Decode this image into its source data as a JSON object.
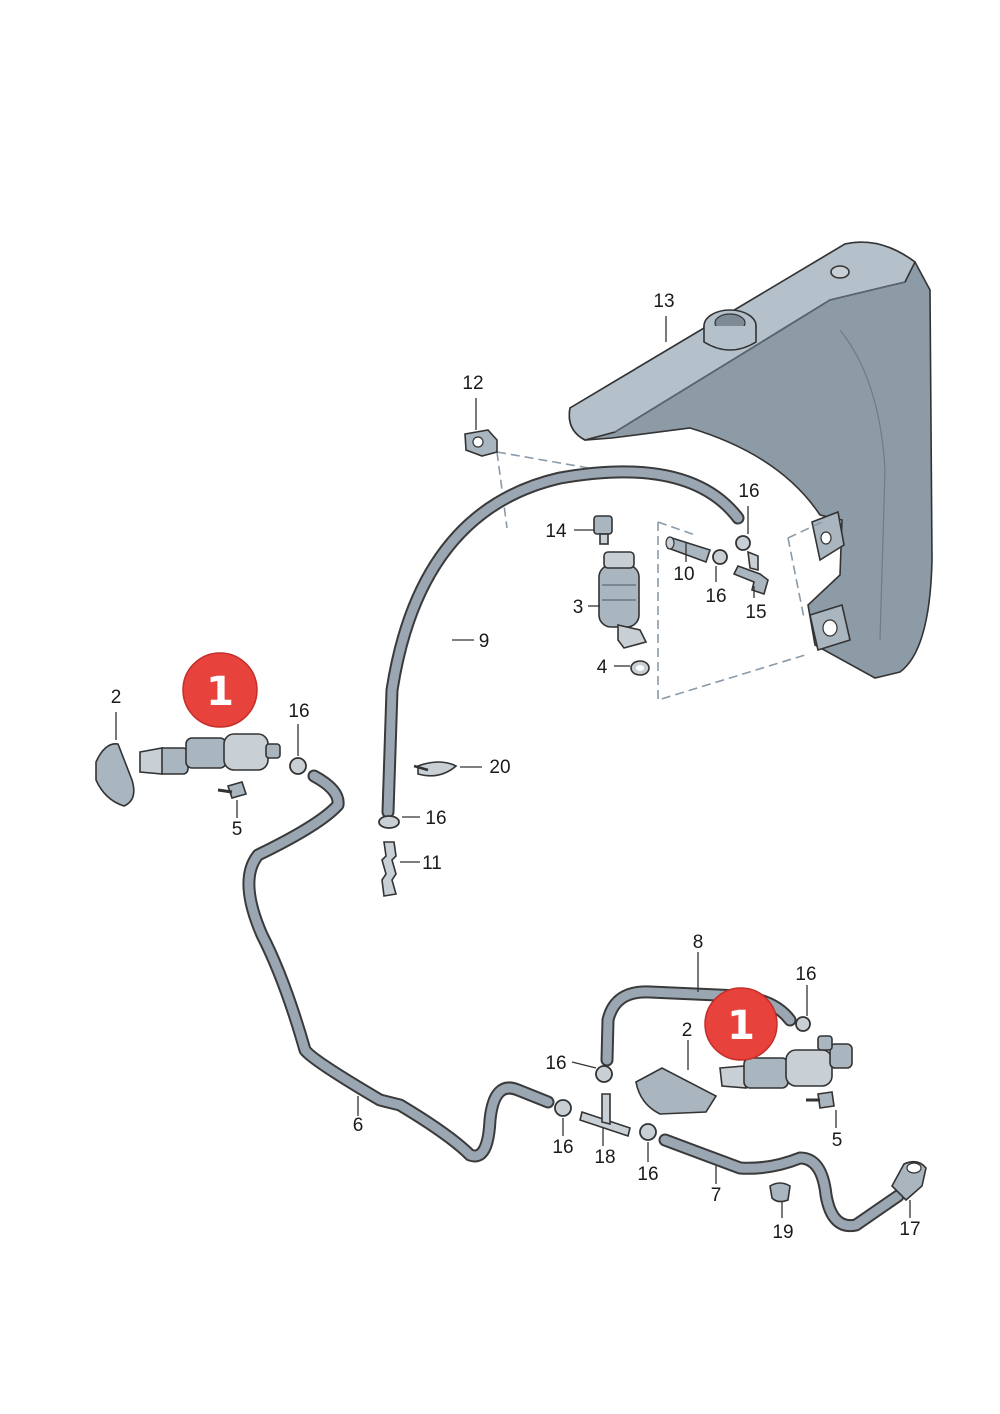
{
  "colors": {
    "badge": "#e8423d",
    "tank_fill": "#8d9ba7",
    "tank_top": "#b4c0ca",
    "part_fill": "#a9b5bf",
    "hose_fill": "#9aa7b2",
    "metal": "#c8d0d6"
  },
  "badges": [
    {
      "id": "badge-left",
      "text": "1"
    },
    {
      "id": "badge-right",
      "text": "1"
    }
  ],
  "labels": [
    {
      "id": "lbl-13",
      "text": "13"
    },
    {
      "id": "lbl-12",
      "text": "12"
    },
    {
      "id": "lbl-16-a",
      "text": "16"
    },
    {
      "id": "lbl-14",
      "text": "14"
    },
    {
      "id": "lbl-10",
      "text": "10"
    },
    {
      "id": "lbl-16-b",
      "text": "16"
    },
    {
      "id": "lbl-15",
      "text": "15"
    },
    {
      "id": "lbl-3",
      "text": "3"
    },
    {
      "id": "lbl-9",
      "text": "9"
    },
    {
      "id": "lbl-4",
      "text": "4"
    },
    {
      "id": "lbl-2-a",
      "text": "2"
    },
    {
      "id": "lbl-16-c",
      "text": "16"
    },
    {
      "id": "lbl-20",
      "text": "20"
    },
    {
      "id": "lbl-5-a",
      "text": "5"
    },
    {
      "id": "lbl-16-d",
      "text": "16"
    },
    {
      "id": "lbl-11",
      "text": "11"
    },
    {
      "id": "lbl-8",
      "text": "8"
    },
    {
      "id": "lbl-16-e",
      "text": "16"
    },
    {
      "id": "lbl-2-b",
      "text": "2"
    },
    {
      "id": "lbl-16-f",
      "text": "16"
    },
    {
      "id": "lbl-5-b",
      "text": "5"
    },
    {
      "id": "lbl-6",
      "text": "6"
    },
    {
      "id": "lbl-16-g",
      "text": "16"
    },
    {
      "id": "lbl-18",
      "text": "18"
    },
    {
      "id": "lbl-16-h",
      "text": "16"
    },
    {
      "id": "lbl-7",
      "text": "7"
    },
    {
      "id": "lbl-19",
      "text": "19"
    },
    {
      "id": "lbl-17",
      "text": "17"
    }
  ]
}
